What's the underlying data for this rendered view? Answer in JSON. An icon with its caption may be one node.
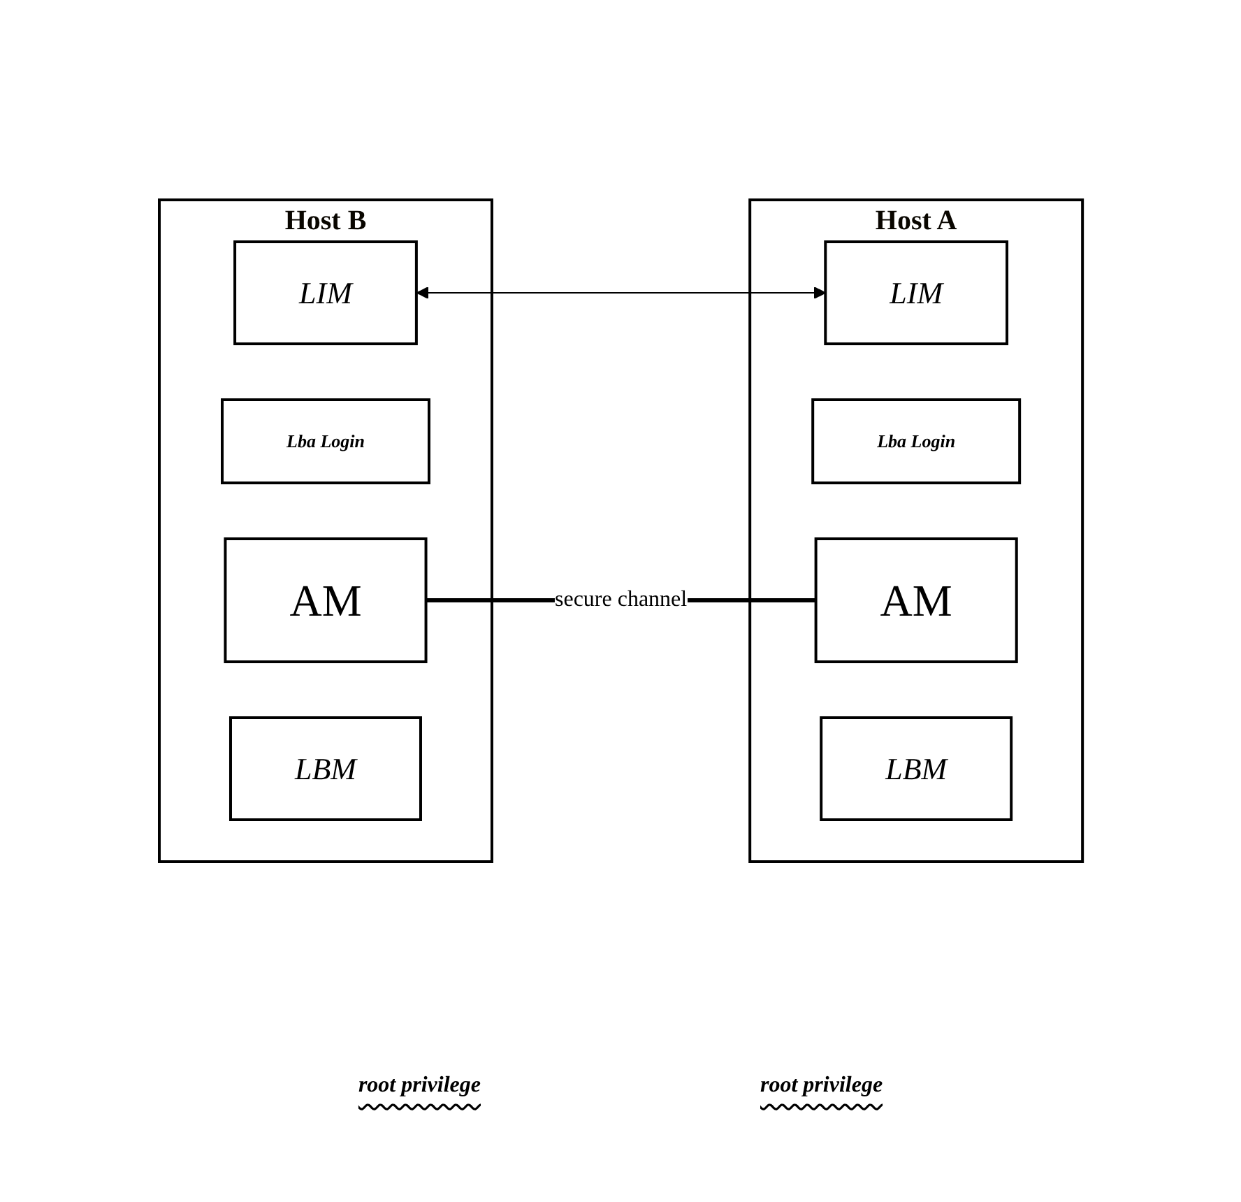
{
  "diagram": {
    "nodes": [
      {
        "text": [
          "Host B"
        ]
      },
      {
        "text": [
          "LIM"
        ],
        "in": 0
      },
      {
        "text": [
          "Lba Login"
        ],
        "in": 0
      },
      {
        "text": [
          "AM"
        ],
        "in": 0
      },
      {
        "text": [
          "LBM"
        ],
        "in": 0
      },
      {
        "text": [
          "Host A"
        ]
      },
      {
        "text": [
          "LIM"
        ],
        "in": 5
      },
      {
        "text": [
          "Lba Login"
        ],
        "in": 5
      },
      {
        "text": [
          "AM"
        ],
        "in": 5
      },
      {
        "text": [
          "LBM"
        ],
        "in": 5
      }
    ],
    "edges": [
      {
        "from": 1,
        "to": 6,
        "arrow": "both"
      },
      {
        "from": 3,
        "to": 8,
        "arrow": "none",
        "label": "secure channel",
        "style": "thick"
      }
    ],
    "labels": [
      "root privilege",
      "root privilege"
    ]
  }
}
